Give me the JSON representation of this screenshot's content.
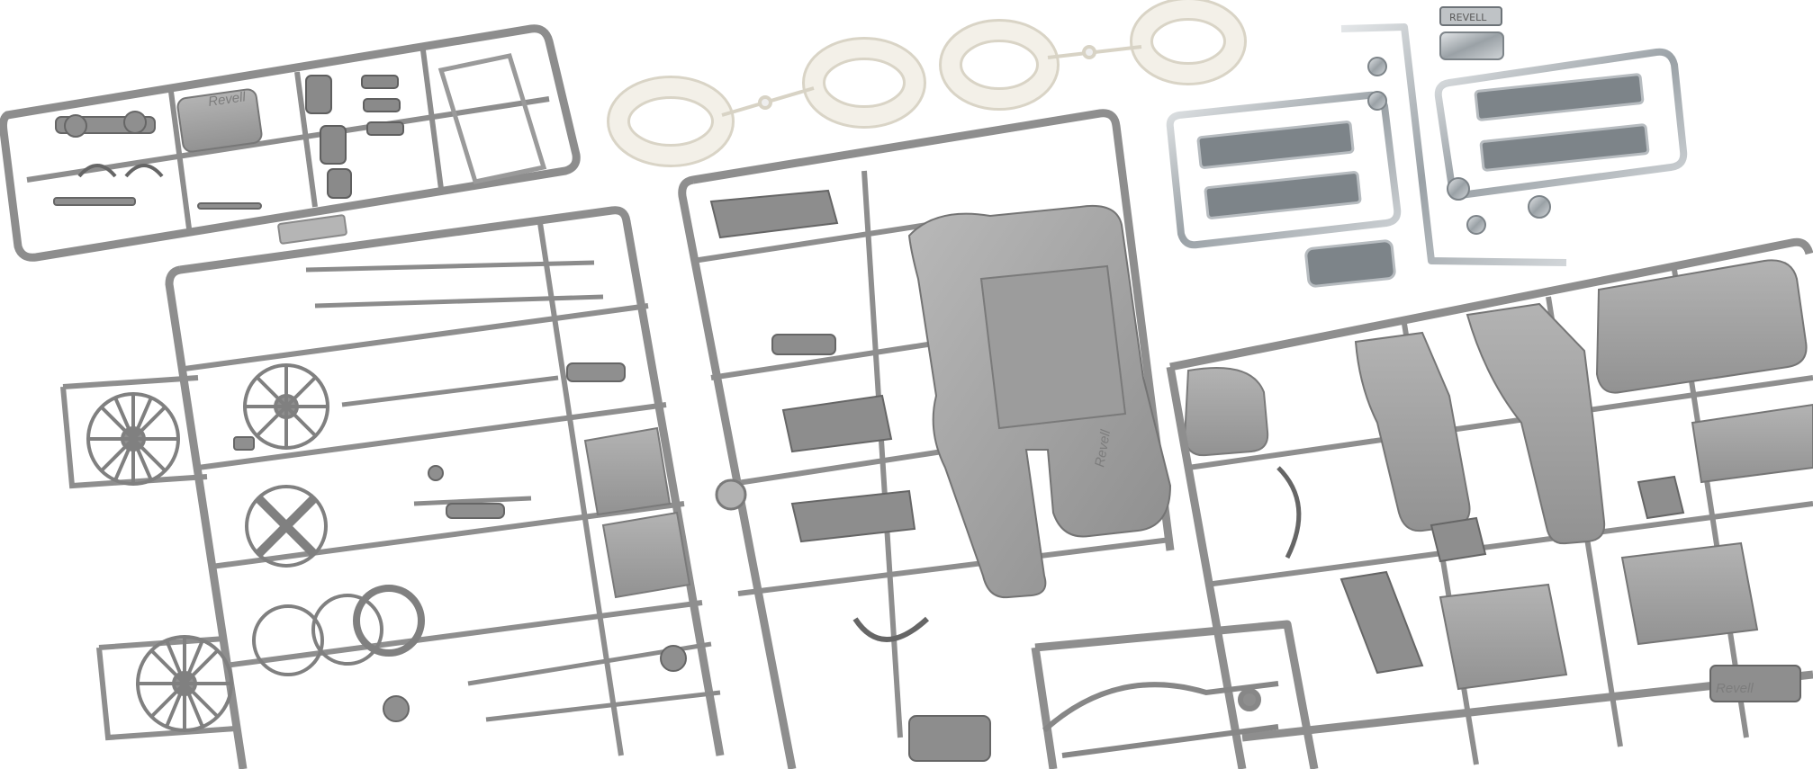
{
  "image": {
    "subject": "plastic model kit sprues",
    "colors": {
      "background": "#ffffff",
      "plastic_grey": "#a3a3a3",
      "plastic_grey_dark": "#7e7e7e",
      "plastic_grey_light": "#bdbdbd",
      "chrome": "#c9cdd0",
      "chrome_dark": "#7d8489",
      "white_parts": "#f1eee6",
      "white_parts_edge": "#d9d4c6"
    }
  },
  "markings": {
    "chrome_tag": "REVELL",
    "sprue_emboss_a": "Revell",
    "sprue_emboss_b": "Revell",
    "sprue_emboss_c": "Revell"
  }
}
